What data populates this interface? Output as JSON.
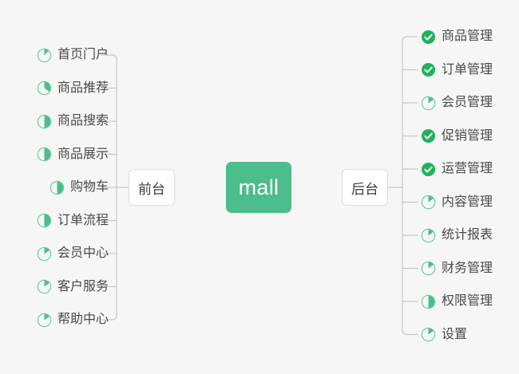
{
  "diagram": {
    "type": "mindmap",
    "title": "mall",
    "background_color": "#f6f6f6",
    "accent_color": "#4cbd8c",
    "done_color": "#21b35a",
    "root": {
      "label": "mall",
      "text_color": "#ffffff",
      "fill_color": "#4cbd8c"
    },
    "branches": [
      {
        "id": "frontend",
        "label": "前台",
        "side": "left",
        "items": [
          {
            "label": "首页门户",
            "icon": "pie-progress-icon",
            "progress": 12,
            "status": "in-progress"
          },
          {
            "label": "商品推荐",
            "icon": "pie-progress-icon",
            "progress": 35,
            "status": "in-progress"
          },
          {
            "label": "商品搜索",
            "icon": "pie-progress-icon",
            "progress": 50,
            "status": "in-progress"
          },
          {
            "label": "商品展示",
            "icon": "pie-progress-icon",
            "progress": 50,
            "status": "in-progress"
          },
          {
            "label": "购物车",
            "icon": "pie-progress-icon",
            "progress": 50,
            "status": "in-progress"
          },
          {
            "label": "订单流程",
            "icon": "pie-progress-icon",
            "progress": 50,
            "status": "in-progress"
          },
          {
            "label": "会员中心",
            "icon": "pie-progress-icon",
            "progress": 15,
            "status": "in-progress"
          },
          {
            "label": "客户服务",
            "icon": "pie-progress-icon",
            "progress": 15,
            "status": "in-progress"
          },
          {
            "label": "帮助中心",
            "icon": "pie-progress-icon",
            "progress": 15,
            "status": "in-progress"
          }
        ]
      },
      {
        "id": "backend",
        "label": "后台",
        "side": "right",
        "items": [
          {
            "label": "商品管理",
            "icon": "check-circle-icon",
            "progress": 100,
            "status": "done"
          },
          {
            "label": "订单管理",
            "icon": "check-circle-icon",
            "progress": 100,
            "status": "done"
          },
          {
            "label": "会员管理",
            "icon": "pie-progress-icon",
            "progress": 15,
            "status": "in-progress"
          },
          {
            "label": "促销管理",
            "icon": "check-circle-icon",
            "progress": 100,
            "status": "done"
          },
          {
            "label": "运营管理",
            "icon": "check-circle-icon",
            "progress": 100,
            "status": "done"
          },
          {
            "label": "内容管理",
            "icon": "pie-progress-icon",
            "progress": 15,
            "status": "in-progress"
          },
          {
            "label": "统计报表",
            "icon": "pie-progress-icon",
            "progress": 15,
            "status": "in-progress"
          },
          {
            "label": "财务管理",
            "icon": "pie-progress-icon",
            "progress": 15,
            "status": "in-progress"
          },
          {
            "label": "权限管理",
            "icon": "pie-progress-icon",
            "progress": 50,
            "status": "in-progress"
          },
          {
            "label": "设置",
            "icon": "pie-progress-icon",
            "progress": 15,
            "status": "in-progress"
          }
        ]
      }
    ]
  }
}
